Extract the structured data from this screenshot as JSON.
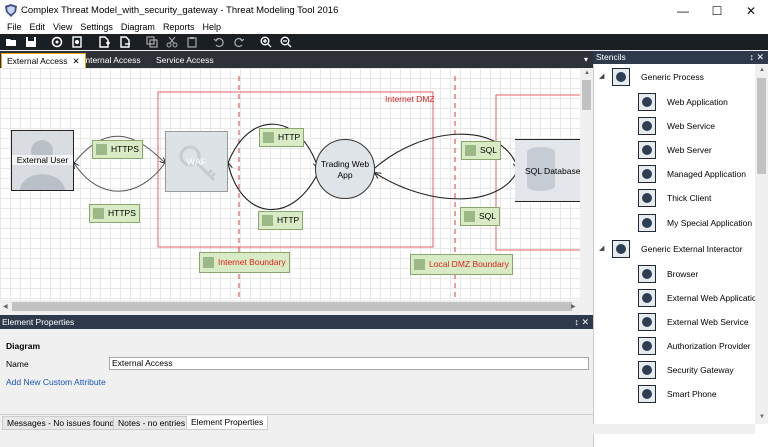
{
  "window": {
    "title": "Complex Threat Model_with_security_gateway - Threat Modeling Tool 2016",
    "minimize": "—",
    "maximize": "☐",
    "close": "✕"
  },
  "menu": [
    "File",
    "Edit",
    "View",
    "Settings",
    "Diagram",
    "Reports",
    "Help"
  ],
  "toolbar": [
    "open-icon",
    "save-icon",
    "analysis-icon",
    "report-icon",
    "new-diagram-icon",
    "new-page-icon",
    "copy-icon",
    "cut-icon",
    "paste-icon",
    "undo-icon",
    "redo-icon",
    "zoom-in-icon",
    "zoom-out-icon"
  ],
  "tabs": [
    {
      "label": "External Access",
      "close": "✕"
    },
    {
      "label": "Internal Access"
    },
    {
      "label": "Service Access"
    }
  ],
  "tab_dropdown": "▾",
  "diagram": {
    "nodes": {
      "external_user": "External User",
      "waf": "WAF",
      "trading_app": "Trading Web App",
      "sql_db": "SQL Database"
    },
    "flows": {
      "https1": "HTTPS",
      "https2": "HTTPS",
      "http1": "HTTP",
      "http2": "HTTP",
      "sql1": "SQL",
      "sql2": "SQL"
    },
    "boundaries": {
      "internet_dmz": "Internet DMZ",
      "internet_boundary": "Internet Boundary",
      "local_dmz_boundary": "Local DMZ Boundary"
    },
    "colors": {
      "boundary": "#e02020",
      "flow_label_bg": "#d9ebc4"
    }
  },
  "element_properties": {
    "title": "Element Properties",
    "pin": "↕",
    "close": "✕",
    "section": "Diagram",
    "name_label": "Name",
    "name_value": "External Access",
    "add_attribute": "Add New Custom Attribute"
  },
  "bottom_tabs": [
    "Messages - No issues found",
    "Notes - no entries",
    "Element Properties"
  ],
  "stencils": {
    "title": "Stencils",
    "groups": [
      {
        "label": "Generic Process",
        "caret": "◢",
        "icon": "process-group-icon"
      },
      {
        "label": "Web Application",
        "icon": "web-application-icon"
      },
      {
        "label": "Web Service",
        "icon": "web-service-icon"
      },
      {
        "label": "Web Server",
        "icon": "web-server-icon"
      },
      {
        "label": "Managed Application",
        "icon": "managed-application-icon"
      },
      {
        "label": "Thick Client",
        "icon": "thick-client-icon"
      },
      {
        "label": "My Special Application",
        "icon": "special-application-icon"
      },
      {
        "label": "Generic External Interactor",
        "caret": "◢",
        "icon": "interactor-group-icon"
      },
      {
        "label": "Browser",
        "icon": "browser-icon"
      },
      {
        "label": "External Web Application",
        "icon": "external-web-application-icon"
      },
      {
        "label": "External Web Service",
        "icon": "external-web-service-icon"
      },
      {
        "label": "Authorization Provider",
        "icon": "authorization-provider-icon"
      },
      {
        "label": "Security Gateway",
        "icon": "security-gateway-icon"
      },
      {
        "label": "Smart Phone",
        "icon": "smart-phone-icon"
      }
    ]
  }
}
